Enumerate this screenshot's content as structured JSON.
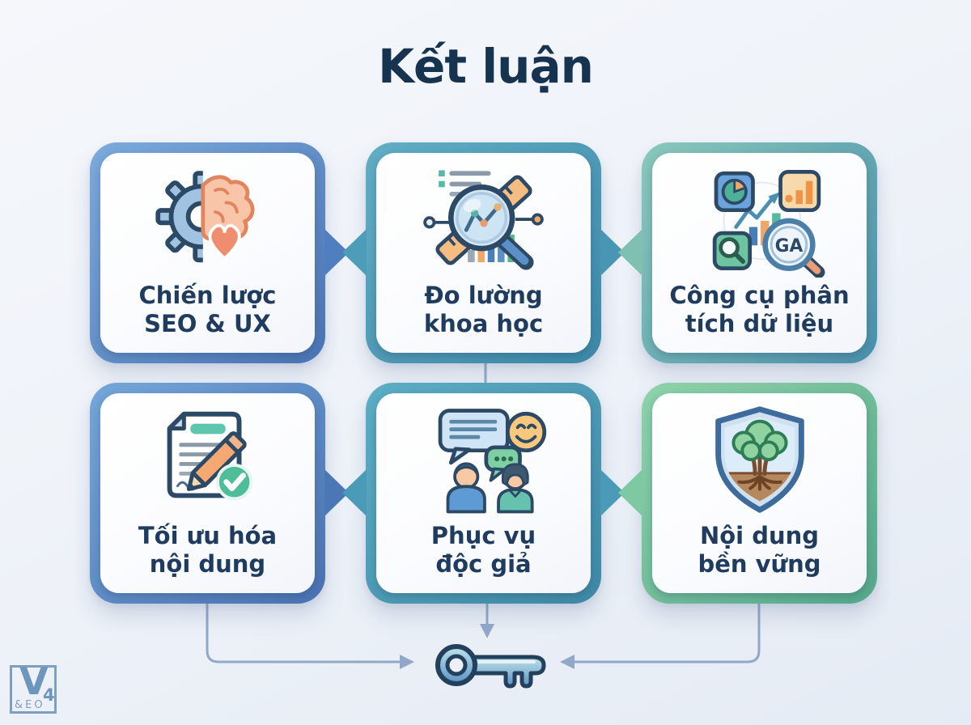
{
  "title": "Kết luận",
  "cards": [
    {
      "name": "seo-ux-strategy",
      "line1": "Chiến lược",
      "line2": "SEO & UX",
      "icon": "gear-brain-heart-icon"
    },
    {
      "name": "scientific-measurement",
      "line1": "Đo lường",
      "line2": "khoa học",
      "icon": "magnifier-ruler-chart-icon"
    },
    {
      "name": "data-analysis-tools",
      "line1": "Công cụ phân",
      "line2": "tích dữ liệu",
      "icon": "analytics-tools-icon"
    },
    {
      "name": "content-optimization",
      "line1": "Tối ưu hóa",
      "line2": "nội dung",
      "icon": "document-pencil-check-icon"
    },
    {
      "name": "serve-readers",
      "line1": "Phục vụ",
      "line2": "độc giả",
      "icon": "chat-people-smiley-icon"
    },
    {
      "name": "sustainable-content",
      "line1": "Nội dung",
      "line2": "bền vững",
      "icon": "shield-tree-icon"
    }
  ],
  "analytics_badge": "GA",
  "logo": {
    "letter": "V",
    "number": "4",
    "text": "&EO"
  },
  "colors": {
    "title_text": "#16334f",
    "card_text": "#1f3c5f",
    "background": "#eef2f8",
    "connector": "#92a8ca",
    "card1_border": "#4a74b4",
    "card2_border": "#3d88a8",
    "card3_border": "#4a90ac",
    "card4_border": "#4a72b2",
    "card5_border": "#3f89a6",
    "card6_border": "#55a88a",
    "key_fill": "#7fb6d8",
    "key_outline": "#23405c"
  }
}
